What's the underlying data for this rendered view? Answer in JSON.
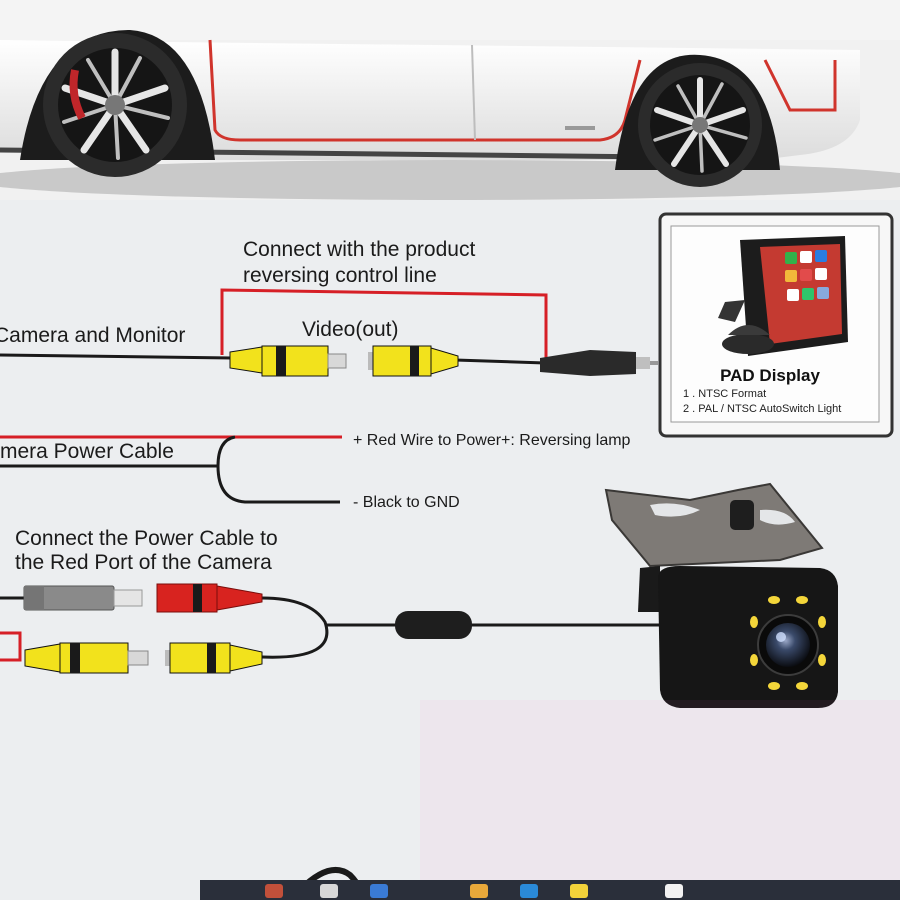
{
  "labels": {
    "reversing_line": [
      "Connect with the product",
      "reversing control line"
    ],
    "camera_monitor": "Camera and Monitor",
    "video_out": "Video(out)",
    "power_cable": "mera Power Cable",
    "red_wire": "+ Red Wire to Power+: Reversing lamp",
    "black_wire": "- Black to GND",
    "connect_power": [
      "Connect the Power Cable to",
      "the Red Port of the Camera"
    ]
  },
  "pad_display": {
    "title": "PAD Display",
    "formats": [
      "1 . NTSC Format",
      "2 . PAL / NTSC AutoSwitch Light"
    ]
  },
  "colors": {
    "red_wire": "#d61f26",
    "black_wire": "#1a1a1a",
    "rca_yellow": "#f2e21c",
    "rca_red": "#d8231f",
    "rca_grey": "#8a8a8a",
    "car_body": "#f3f3f3",
    "car_trim": "#d0342c"
  },
  "icons": [
    "car-image",
    "pad-monitor-image",
    "backup-camera-image"
  ]
}
